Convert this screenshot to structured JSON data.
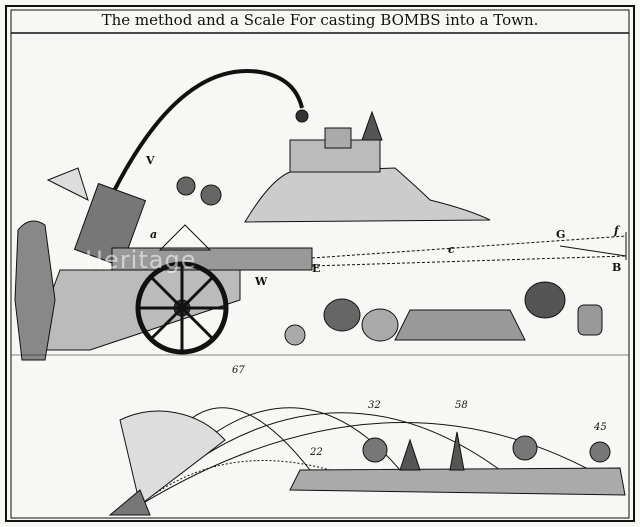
{
  "title": "The method and a Scale For casting BOMBS into a Town.",
  "watermark": "Heritage",
  "labels": {
    "V": "V",
    "a": "a",
    "c": "c",
    "G": "G",
    "f": "f",
    "E": "E",
    "B": "B",
    "W": "W"
  },
  "scale_numbers": [
    "67",
    "32",
    "58",
    "45",
    "22"
  ],
  "colors": {
    "ink": "#111111",
    "paper": "#f7f7f5"
  }
}
